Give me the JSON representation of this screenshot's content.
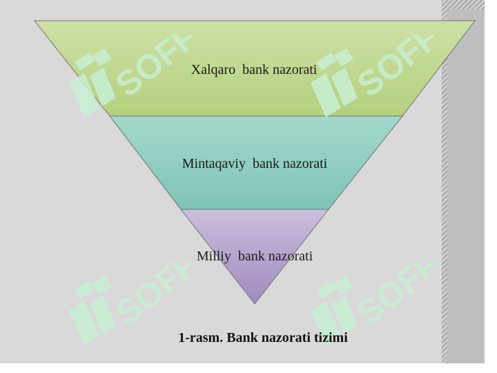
{
  "diagram": {
    "levels": [
      {
        "label": "Xalqaro  bank nazorati",
        "color": "#c2d98f"
      },
      {
        "label": "Mintaqaviy  bank nazorati",
        "color": "#8cccc0"
      },
      {
        "label": "Milliy  bank nazorati",
        "color": "#b7a6cf"
      }
    ],
    "caption": "1-rasm. Bank nazorati tizimi"
  },
  "watermark": {
    "text": "SOFF",
    "color": "#c8f0d4"
  }
}
